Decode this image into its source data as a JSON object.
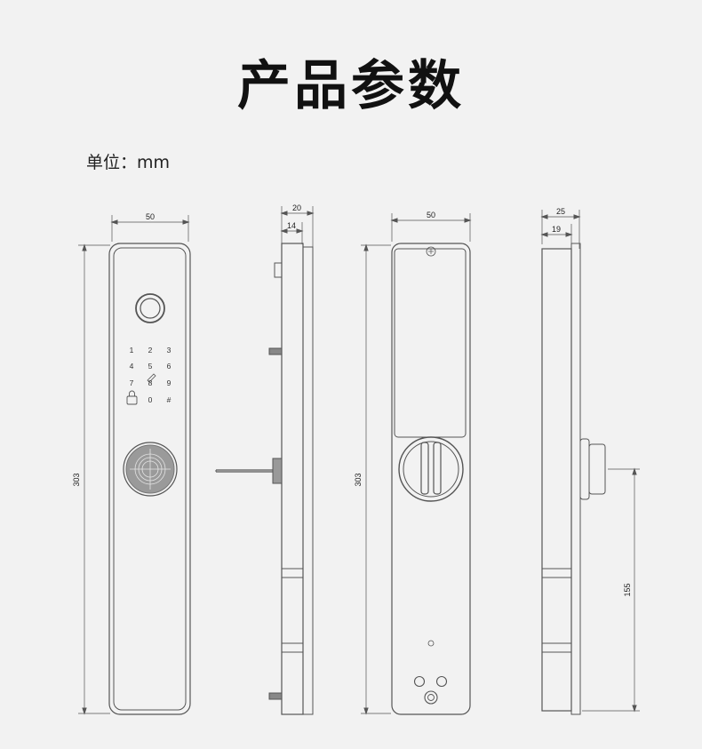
{
  "header": {
    "title": "产品参数",
    "unit_label": "单位：mm"
  },
  "dimensions": {
    "front_width": "50",
    "front_height": "303",
    "side_depth_total": "20",
    "side_depth_inner": "14",
    "back_width": "50",
    "back_height": "303",
    "right_depth_total": "25",
    "right_depth_inner": "19",
    "right_handle_height": "155"
  },
  "keypad": {
    "keys": [
      "1",
      "2",
      "3",
      "4",
      "5",
      "6",
      "7",
      "8",
      "9",
      "0",
      "#"
    ]
  },
  "colors": {
    "background": "#f2f2f2",
    "line": "#555555",
    "text": "#222222"
  }
}
